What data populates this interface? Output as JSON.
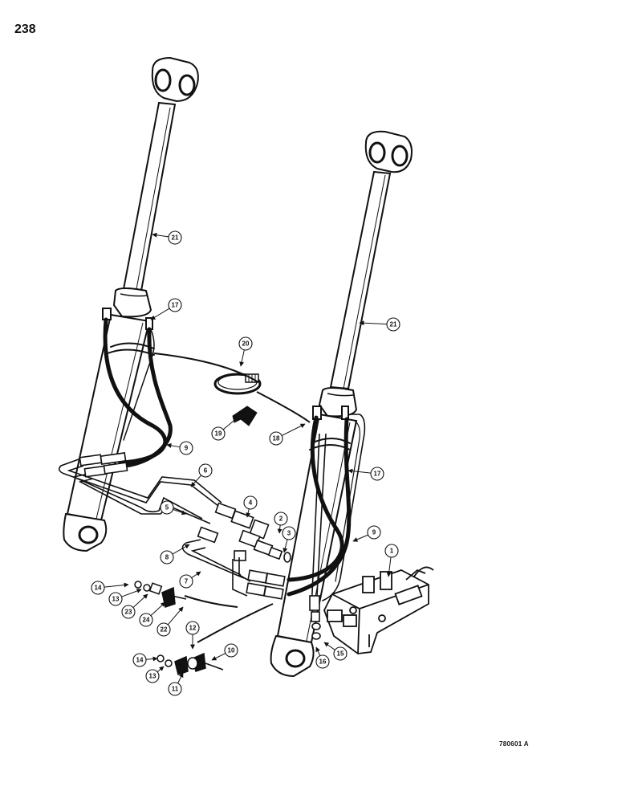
{
  "page_number": "238",
  "figure_code": "780601 A",
  "callouts": [
    "21",
    "17",
    "20",
    "19",
    "18",
    "21",
    "17",
    "9",
    "6",
    "4",
    "2",
    "3",
    "9",
    "1",
    "5",
    "8",
    "7",
    "14",
    "13",
    "23",
    "24",
    "22",
    "12",
    "10",
    "14",
    "13",
    "11",
    "16",
    "15"
  ]
}
